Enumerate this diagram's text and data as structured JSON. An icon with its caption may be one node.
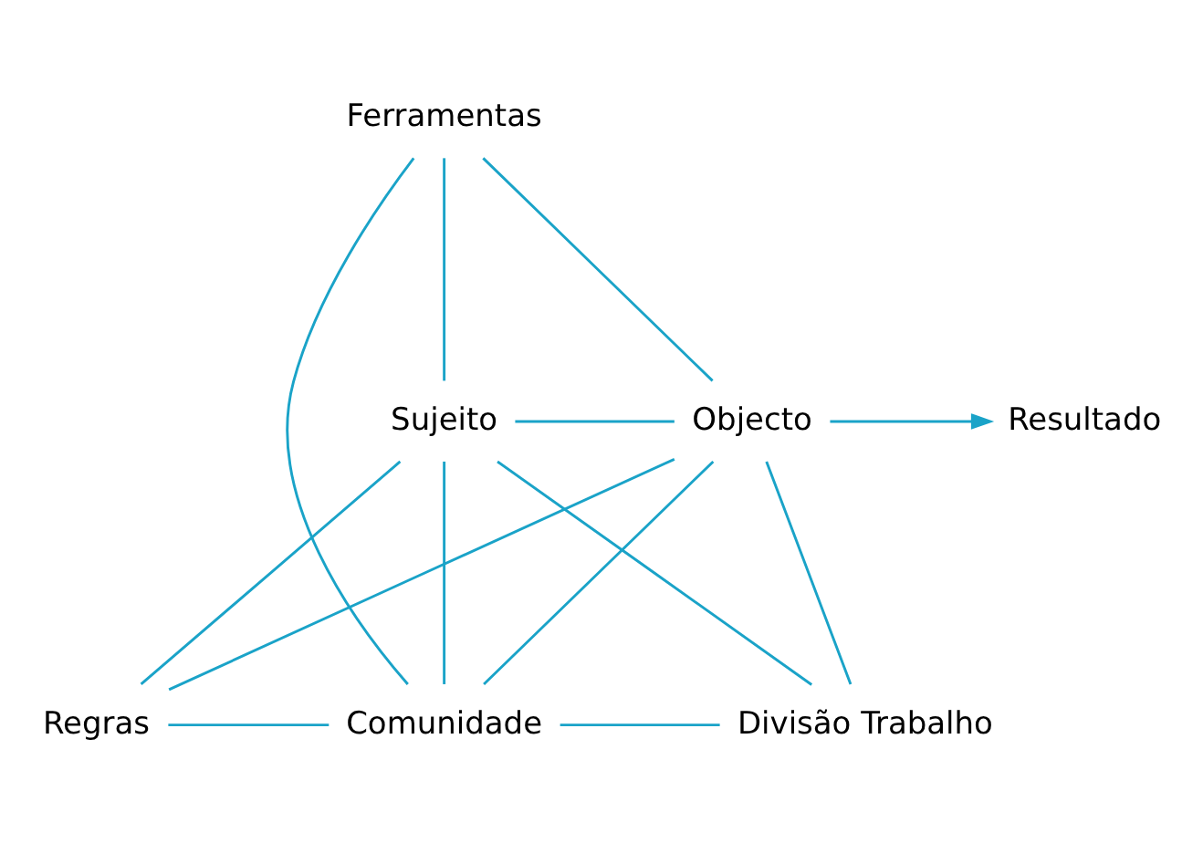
{
  "diagram": {
    "nodes": [
      {
        "text": [
          "Ferramentas"
        ]
      },
      {
        "text": [
          "Sujeito"
        ]
      },
      {
        "text": [
          "Objecto"
        ]
      },
      {
        "text": [
          "Resultado"
        ]
      },
      {
        "text": [
          "Regras"
        ]
      },
      {
        "text": [
          "Comunidade"
        ]
      },
      {
        "text": [
          "Divisão Trabalho"
        ]
      }
    ],
    "edges": [
      {
        "from": 0,
        "to": 1,
        "arrow": "none"
      },
      {
        "from": 0,
        "to": 2,
        "arrow": "none"
      },
      {
        "from": 0,
        "to": 5,
        "arrow": "none"
      },
      {
        "from": 1,
        "to": 2,
        "arrow": "none"
      },
      {
        "from": 2,
        "to": 3,
        "arrow": "to"
      },
      {
        "from": 1,
        "to": 4,
        "arrow": "none"
      },
      {
        "from": 1,
        "to": 5,
        "arrow": "none"
      },
      {
        "from": 1,
        "to": 6,
        "arrow": "none"
      },
      {
        "from": 2,
        "to": 4,
        "arrow": "none"
      },
      {
        "from": 2,
        "to": 5,
        "arrow": "none"
      },
      {
        "from": 2,
        "to": 6,
        "arrow": "none"
      },
      {
        "from": 4,
        "to": 5,
        "arrow": "none"
      },
      {
        "from": 5,
        "to": 6,
        "arrow": "none"
      }
    ]
  }
}
